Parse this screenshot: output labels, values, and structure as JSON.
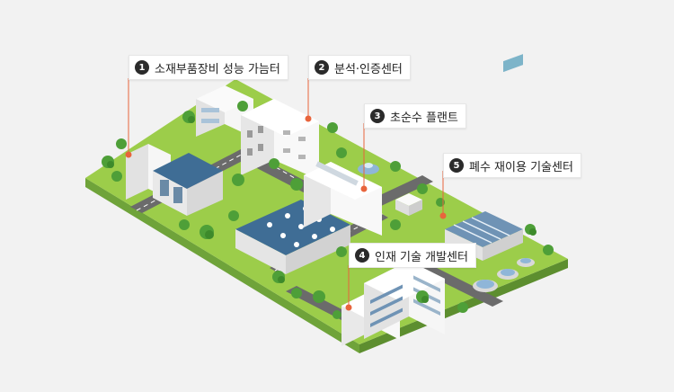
{
  "labels": [
    {
      "num": "1",
      "text": "소재부품장비 성능 가늠터"
    },
    {
      "num": "2",
      "text": "분석·인증센터"
    },
    {
      "num": "3",
      "text": "초순수  플랜트"
    },
    {
      "num": "4",
      "text": "인재 기술 개발센터"
    },
    {
      "num": "5",
      "text": "폐수 재이용 기술센터"
    }
  ],
  "colors": {
    "accent": "#e8643c",
    "grass": "#9ccd4a",
    "road": "#6b6b6b",
    "building": "#f3f3f3",
    "roof_blue": "#3f6d95",
    "tree": "#4e9f38"
  }
}
